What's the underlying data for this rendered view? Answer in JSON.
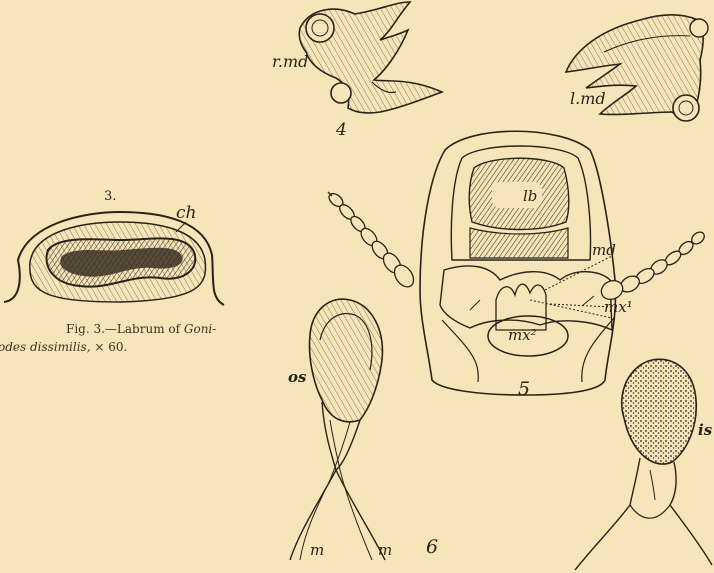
{
  "figures": {
    "fig3": {
      "number": "3.",
      "label_ch": "ch",
      "caption_line1": "Fig. 3.—Labrum of",
      "caption_genus_a": "Goni-",
      "caption_genus_b": "odes dissimilis,",
      "caption_mag": "× 60."
    },
    "fig4": {
      "number": "4",
      "label_left": "r.md",
      "label_right": "l.md"
    },
    "fig5": {
      "number": "5",
      "label_lb": "lb",
      "label_md": "md",
      "label_mx2": "mx²",
      "label_mx1": "mx¹"
    },
    "fig6": {
      "number": "6",
      "label_os": "os",
      "label_m_left": "m",
      "label_m_right": "m",
      "label_is": "is"
    }
  }
}
